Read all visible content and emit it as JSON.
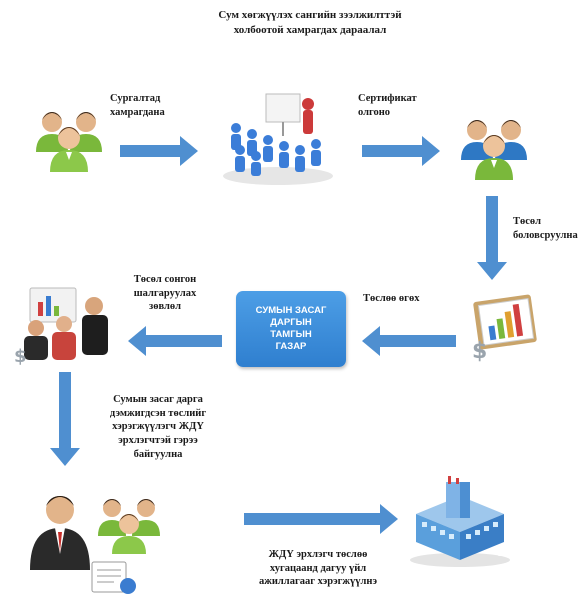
{
  "title": {
    "line1": "Сум хөгжүүлэх сангийн зээлжилттэй",
    "line2": "холбоотой хамрагдах дараалал"
  },
  "labels": {
    "training": {
      "line1": "Сургалтад",
      "line2": "хамрагдана"
    },
    "certificate": {
      "line1": "Сертификат",
      "line2": "олгоно"
    },
    "project_prepare": {
      "line1": "Төсөл",
      "line2": "боловсруулна"
    },
    "project_submit": "Төслөө өгөх",
    "project_select": {
      "line1": "Төсөл сонгон",
      "line2": "шалгаруулах",
      "line3": "зөвлөл"
    },
    "governor_agreement": {
      "line1": "Сумын засаг дарга",
      "line2": "дэмжигдсэн төслийг",
      "line3": "хэрэгжүүлэгч ЖДҮ",
      "line4": "эрхлэгчтэй гэрээ",
      "line5": "байгуулна"
    },
    "sme_repay": {
      "line1": "ЖДҮ эрхлэгч төслөө",
      "line2": "хугацаанд дагуу үйл",
      "line3": "ажиллагааг хэрэгжүүлнэ"
    }
  },
  "office_box": {
    "line1": "СУМЫН ЗАСАГ",
    "line2": "ДАРГЫН",
    "line3": "ТАМГЫН",
    "line4": "ГАЗАР"
  },
  "icons": {
    "people_group_start": "people-group-icon",
    "training_session": "presentation-training-icon",
    "people_group_certified": "people-group-icon",
    "project_document": "chart-document-icon",
    "meeting_committee": "meeting-people-icon",
    "businessman_team": "businessman-team-icon",
    "office_building": "office-building-icon"
  },
  "colors": {
    "arrow": "#4f8fd0",
    "box": "#3a8ad8",
    "person_green": "#7ab83b",
    "person_blue": "#2e78c4"
  }
}
